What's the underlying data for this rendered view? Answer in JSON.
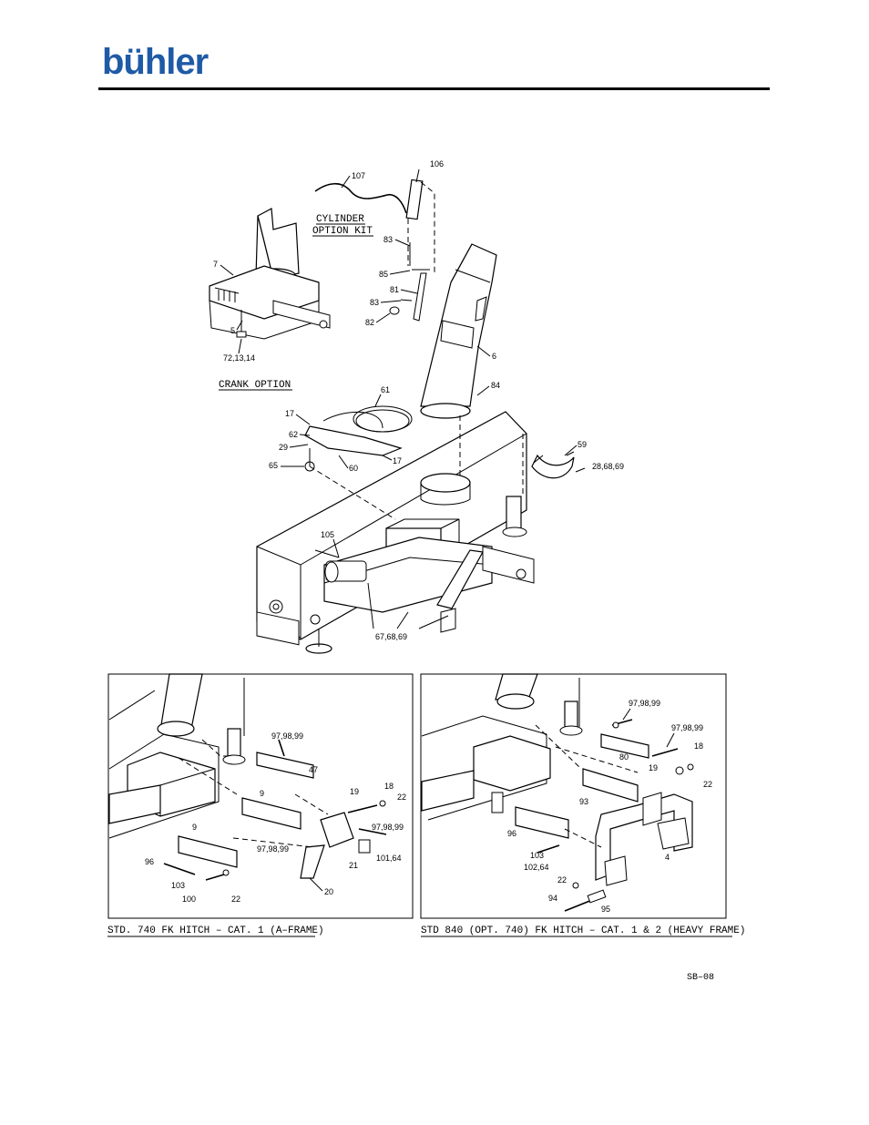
{
  "header": {
    "logo_text": "bühler"
  },
  "captions": {
    "cylinder_kit_line1": "CYLINDER",
    "cylinder_kit_line2": "OPTION KIT",
    "crank_option": "CRANK OPTION",
    "left_hitch": "STD. 740 FK HITCH – CAT. 1 (A–FRAME)",
    "right_hitch": "STD 840 (OPT. 740) FK HITCH – CAT. 1 & 2 (HEAVY FRAME)",
    "sheet_id": "SB–08"
  },
  "callouts_main": {
    "c107": "107",
    "c106": "106",
    "c83a": "83",
    "c85": "85",
    "c81": "81",
    "c83b": "83",
    "c82": "82",
    "c6": "6",
    "c84": "84",
    "c7": "7",
    "c5": "5",
    "c72": "72,13,14",
    "c61": "61",
    "c17a": "17",
    "c62": "62",
    "c29": "29",
    "c17b": "17",
    "c60": "60",
    "c65": "65",
    "c59": "59",
    "c28": "28,68,69",
    "c105": "105",
    "c67": "67,68,69"
  },
  "callouts_left": {
    "c97a": "97,98,99",
    "c47": "47",
    "c9a": "9",
    "c19": "19",
    "c18": "18",
    "c22a": "22",
    "c97b": "97,98,99",
    "c97c": "97,98,99",
    "c9b": "9",
    "c21": "21",
    "c101": "101,64",
    "c96": "96",
    "c103": "103",
    "c100": "100",
    "c22b": "22",
    "c20": "20"
  },
  "callouts_right": {
    "c97a": "97,98,99",
    "c97b": "97,98,99",
    "c18": "18",
    "c80": "80",
    "c19": "19",
    "c22a": "22",
    "c93": "93",
    "c96": "96",
    "c103": "103",
    "c102": "102,64",
    "c4": "4",
    "c22b": "22",
    "c94": "94",
    "c95": "95"
  },
  "colors": {
    "logo": "#1f5aa6",
    "ink": "#000000"
  }
}
